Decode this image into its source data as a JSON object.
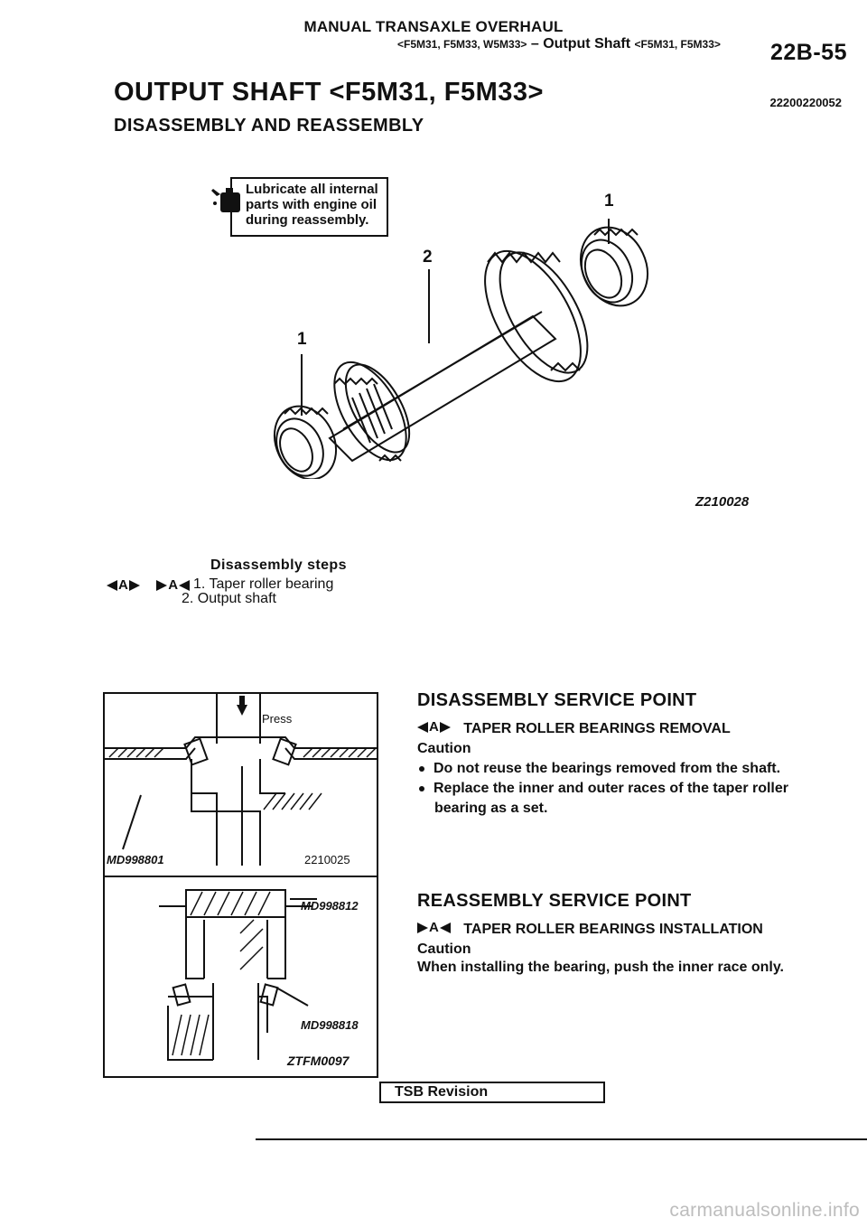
{
  "header": {
    "section_title": "MANUAL TRANSAXLE OVERHAUL",
    "models_prefix": "<F5M31, F5M33, W5M33>",
    "dash": "–",
    "subsection": "Output Shaft",
    "models_suffix": "<F5M31, F5M33>",
    "page_number": "22B-55"
  },
  "title": {
    "main": "OUTPUT SHAFT <F5M31, F5M33>",
    "code": "22200220052",
    "subtitle": "DISASSEMBLY AND REASSEMBLY"
  },
  "lube_note": {
    "line1": "Lubricate all internal",
    "line2": "parts with engine oil",
    "line3": "during reassembly."
  },
  "main_figure": {
    "callout_1": "1",
    "callout_2": "2",
    "callout_1b": "1",
    "figure_code": "Z210028"
  },
  "disassembly": {
    "title": "Disassembly steps",
    "symbol_disassembly": "A",
    "symbol_reassembly": "A",
    "steps": [
      {
        "num": "1.",
        "text": "Taper roller bearing"
      },
      {
        "num": "2.",
        "text": "Output shaft"
      }
    ]
  },
  "figure_press": {
    "press_label": "Press",
    "tool_label": "MD998801",
    "figure_code": "2210025"
  },
  "figure_install": {
    "tool_top": "MD998812",
    "tool_bottom": "MD998818",
    "figure_code": "ZTFM0097"
  },
  "disassembly_service": {
    "heading": "DISASSEMBLY SERVICE POINT",
    "symbol": "A",
    "subheading": "TAPER ROLLER BEARINGS REMOVAL",
    "caution_label": "Caution",
    "bullets": [
      "Do not reuse the bearings removed from the shaft.",
      "Replace the inner and outer races of the taper roller"
    ],
    "bullet2_cont": "bearing as a set."
  },
  "reassembly_service": {
    "heading": "REASSEMBLY SERVICE POINT",
    "symbol": "A",
    "subheading": "TAPER ROLLER BEARINGS INSTALLATION",
    "caution_label": "Caution",
    "text": "When installing the bearing, push the inner race only."
  },
  "footer": {
    "tsb": "TSB Revision"
  },
  "watermark": "carmanualsonline.info"
}
